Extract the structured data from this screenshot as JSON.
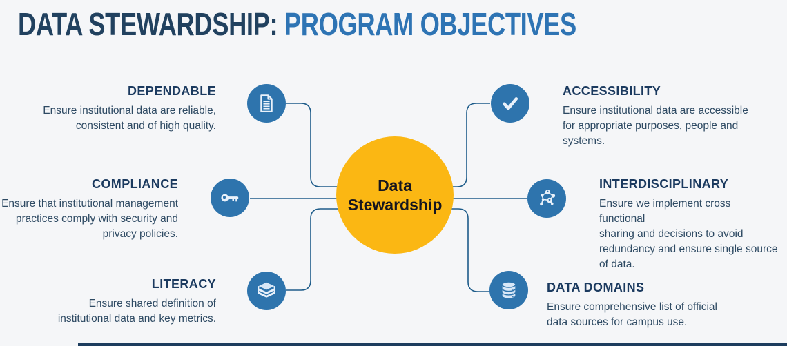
{
  "header": {
    "title_primary": "DATA STEWARDSHIP:",
    "title_accent": "PROGRAM OBJECTIVES"
  },
  "center_node": {
    "line1": "Data",
    "line2": "Stewardship"
  },
  "nodes": [
    {
      "id": "dependable",
      "title": "DEPENDABLE",
      "icon": "document-icon",
      "side": "left",
      "description": "Ensure institutional data are reliable, consistent and of high quality.",
      "lines": [
        "Ensure institutional data are reliable,",
        "consistent and of high quality."
      ]
    },
    {
      "id": "compliance",
      "title": "COMPLIANCE",
      "icon": "key-icon",
      "side": "left",
      "description": "Ensure that institutional management practices comply with security and privacy policies.",
      "lines": [
        "Ensure that institutional management",
        "practices comply with security and",
        "privacy policies."
      ]
    },
    {
      "id": "literacy",
      "title": "LITERACY",
      "icon": "books-icon",
      "side": "left",
      "description": "Ensure shared definition of institutional data and key metrics.",
      "lines": [
        "Ensure shared definition of",
        "institutional data and key metrics."
      ]
    },
    {
      "id": "accessibility",
      "title": "ACCESSIBILITY",
      "icon": "check-icon",
      "side": "right",
      "description": "Ensure institutional data are accessible for appropriate purposes, people and systems.",
      "lines": [
        "Ensure institutional data are accessible",
        "for appropriate purposes, people and",
        "systems."
      ]
    },
    {
      "id": "interdisciplinary",
      "title": "INTERDISCIPLINARY",
      "icon": "network-icon",
      "side": "right",
      "description": "Ensure we implement cross functional sharing and decisions to avoid redundancy and ensure single source of data.",
      "lines": [
        "Ensure we implement cross functional",
        "sharing and decisions to avoid",
        "redundancy and ensure single source",
        "of data."
      ]
    },
    {
      "id": "data_domains",
      "title": "DATA DOMAINS",
      "icon": "database-icon",
      "side": "right",
      "description": "Ensure comprehensive list of official data sources for campus use.",
      "lines": [
        "Ensure comprehensive list of official",
        "data sources for campus use."
      ]
    }
  ],
  "colors": {
    "background": "#f5f6f8",
    "title_primary": "#21415f",
    "title_accent": "#2e74b4",
    "node_heading": "#1b3a5f",
    "body_text": "#2e4a63",
    "icon_circle_blue": "#2e74ad",
    "icon_glyph": "#e9f1fa",
    "icon_glyph_soft": "#d8e7f7",
    "center_circle_yellow": "#fbb713",
    "center_text": "#16161f",
    "connector_line": "#1e5c8a",
    "footer_bar": "#1d3d5e"
  }
}
